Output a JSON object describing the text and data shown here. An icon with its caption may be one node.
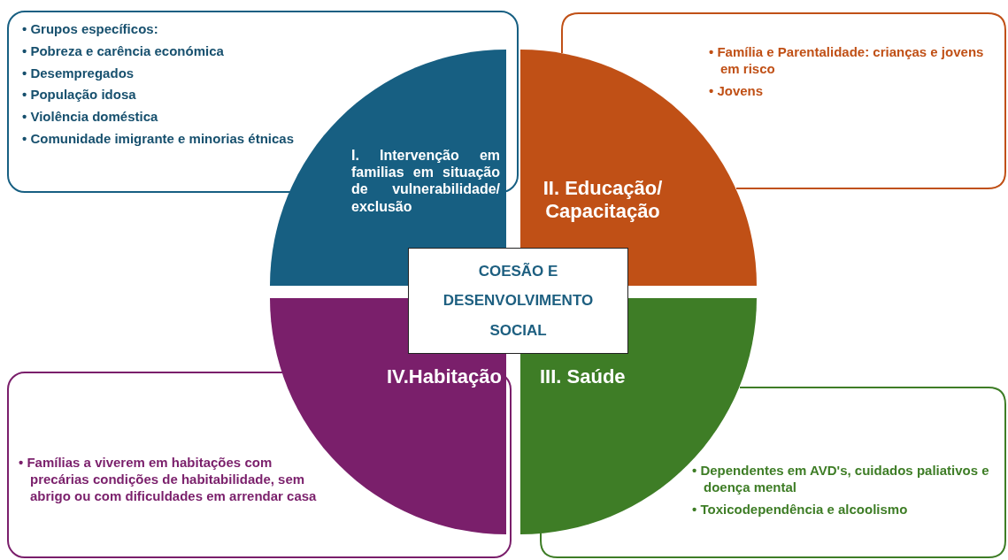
{
  "diagram": {
    "nodes": [
      {
        "text": [
          "• Grupos específicos:",
          "• Pobreza e carência económica",
          "• Desempregados",
          "• População idosa",
          "• Violência doméstica",
          "• Comunidade imigrante e minorias étnicas"
        ]
      },
      {
        "text": [
          "• Família e Parentalidade: crianças e jovens em risco",
          "• Jovens"
        ]
      },
      {
        "text": [
          "I. Intervenção em familias em situação de vulnerabilidade/ exclusão"
        ]
      },
      {
        "text": [
          "II. Educação/ Capacitação"
        ]
      },
      {
        "text": [
          "COESÃO E DESENVOLVIMENTO SOCIAL"
        ]
      },
      {
        "text": [
          "IV.Habitação"
        ]
      },
      {
        "text": [
          "III. Saúde"
        ]
      },
      {
        "text": [
          "• Famílias a viverem em habitações com precárias condições de habitabilidade, sem abrigo ou com dificuldades em arrendar casa"
        ]
      },
      {
        "text": [
          "• Dependentes em AVD's, cuidados paliativos e doença mental",
          "• Toxicodependência e alcoolismo"
        ]
      }
    ]
  }
}
